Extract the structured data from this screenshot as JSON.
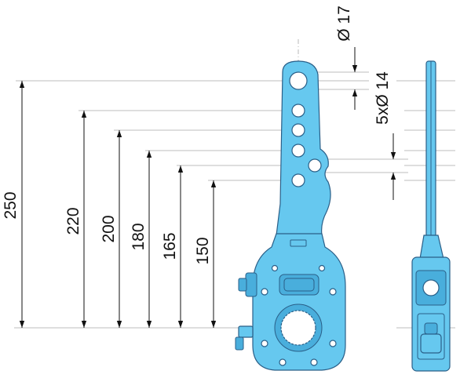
{
  "dimensions": {
    "d250": "250",
    "d220": "220",
    "d200": "200",
    "d180": "180",
    "d165": "165",
    "d150": "150",
    "dia17": "Ø 17",
    "holes": "5xØ 14"
  },
  "colors": {
    "part": "#66c8ef",
    "part_shadow": "#49aedc",
    "outline": "#2a5f88",
    "dimension_line": "#111111",
    "extension_line": "#a9a9a9"
  }
}
